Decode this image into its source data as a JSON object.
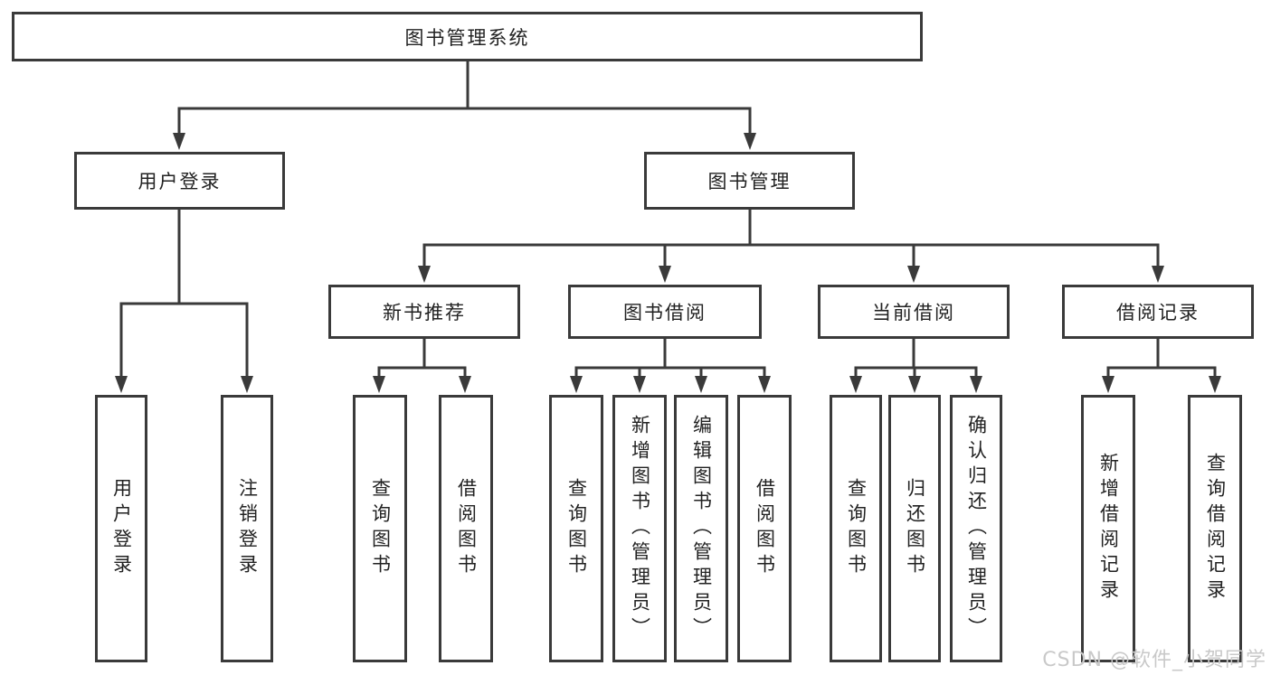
{
  "title": "图书管理系统",
  "tree": {
    "root": {
      "label": "图书管理系统"
    },
    "branches": [
      {
        "label": "用户登录",
        "children": [
          {
            "label": "用户登录"
          },
          {
            "label": "注销登录"
          }
        ]
      },
      {
        "label": "图书管理",
        "children": [
          {
            "label": "新书推荐",
            "children": [
              {
                "label": "查询图书"
              },
              {
                "label": "借阅图书"
              }
            ]
          },
          {
            "label": "图书借阅",
            "children": [
              {
                "label": "查询图书"
              },
              {
                "label": "新增图书（管理员）"
              },
              {
                "label": "编辑图书（管理员）"
              },
              {
                "label": "借阅图书"
              }
            ]
          },
          {
            "label": "当前借阅",
            "children": [
              {
                "label": "查询图书"
              },
              {
                "label": "归还图书"
              },
              {
                "label": "确认归还（管理员）"
              }
            ]
          },
          {
            "label": "借阅记录",
            "children": [
              {
                "label": "新增借阅记录"
              },
              {
                "label": "查询借阅记录"
              }
            ]
          }
        ]
      }
    ]
  },
  "watermark": {
    "text": "CSDN @软件_小贺同学",
    "color": "#c9c9c9"
  },
  "colors": {
    "line": "#3a3a3a",
    "border": "#3a3a3a",
    "background": "#ffffff",
    "text": "#222222"
  }
}
